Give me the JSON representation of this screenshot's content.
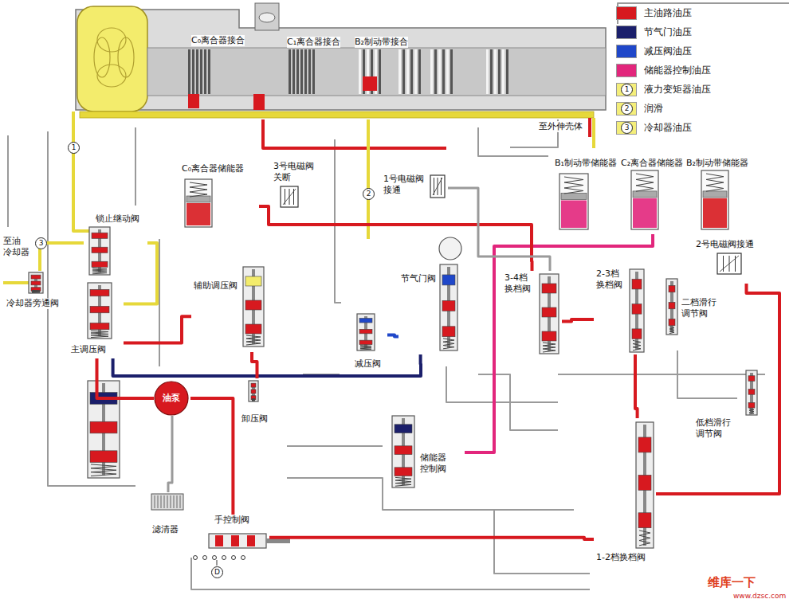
{
  "diagram": {
    "nodes": [
      {
        "text": [
          "锁止继动阀"
        ]
      },
      {
        "text": [
          "主调压阀"
        ]
      },
      {
        "text": [
          "辅助调压阀"
        ]
      },
      {
        "text": [
          "卸压阀"
        ]
      },
      {
        "text": [
          "油泵"
        ]
      },
      {
        "text": [
          "滤清器"
        ]
      },
      {
        "text": [
          "手控制阀"
        ]
      },
      {
        "text": [
          "冷却器旁通阀"
        ]
      },
      {
        "text": [
          "C₀离合器储能器"
        ]
      },
      {
        "text": [
          "3号电磁阀 关断"
        ]
      },
      {
        "text": [
          "1号电磁阀 接通"
        ]
      },
      {
        "text": [
          "节气门阀"
        ]
      },
      {
        "text": [
          "减压阀"
        ]
      },
      {
        "text": [
          "储能器 控制阀"
        ]
      },
      {
        "text": [
          "3-4档 换档阀"
        ]
      },
      {
        "text": [
          "2-3档 换档阀"
        ]
      },
      {
        "text": [
          "二档滑行 调节阀"
        ]
      },
      {
        "text": [
          "低档滑行 调节阀"
        ]
      },
      {
        "text": [
          "1-2档换档阀"
        ]
      },
      {
        "text": [
          "B₁制动带储能器"
        ]
      },
      {
        "text": [
          "C₂离合器储能器"
        ]
      },
      {
        "text": [
          "B₂制动带储能器"
        ]
      },
      {
        "text": [
          "2号电磁阀接通"
        ]
      }
    ],
    "edges": [
      {
        "from": 5,
        "to": 4,
        "arrow": "none"
      },
      {
        "from": 4,
        "to": 1,
        "arrow": "none"
      },
      {
        "from": 1,
        "to": 0,
        "arrow": "none"
      },
      {
        "from": 0,
        "to": 7,
        "arrow": "none"
      },
      {
        "from": 1,
        "to": 2,
        "arrow": "none"
      },
      {
        "from": 4,
        "to": 6,
        "arrow": "none"
      },
      {
        "from": 6,
        "to": 18,
        "arrow": "none"
      },
      {
        "from": 18,
        "to": 15,
        "arrow": "none"
      },
      {
        "from": 15,
        "to": 14,
        "arrow": "none"
      },
      {
        "from": 12,
        "to": 11,
        "arrow": "none"
      },
      {
        "from": 11,
        "to": 1,
        "arrow": "none"
      },
      {
        "from": 13,
        "to": 20,
        "arrow": "none"
      },
      {
        "from": 14,
        "to": 8,
        "arrow": "none"
      },
      {
        "from": 10,
        "to": 14,
        "arrow": "none"
      },
      {
        "from": 22,
        "to": 18,
        "arrow": "none"
      },
      {
        "from": 2,
        "to": 3,
        "arrow": "none"
      }
    ],
    "labels": [
      "C₀离合器接合",
      "C₁离合器接合",
      "B₂制动带接合",
      "至外伸壳体",
      "至油 冷却器",
      "3",
      "1",
      "2",
      "D",
      "1",
      "2",
      "3",
      "维库一下",
      "www.dzsc.com"
    ],
    "legend": [
      {
        "text": "主油路油压",
        "color": "#d7191f"
      },
      {
        "text": "节气门油压",
        "color": "#1b1f6b"
      },
      {
        "text": "减压阀油压",
        "color": "#1f47c9"
      },
      {
        "text": "储能器控制油压",
        "color": "#e2267c"
      },
      {
        "text": "液力变矩器油压",
        "color": "#f4ee7a"
      },
      {
        "text": "润滑",
        "color": "#f4ee7a"
      },
      {
        "text": "冷却器油压",
        "color": "#f4ee7a"
      }
    ]
  }
}
